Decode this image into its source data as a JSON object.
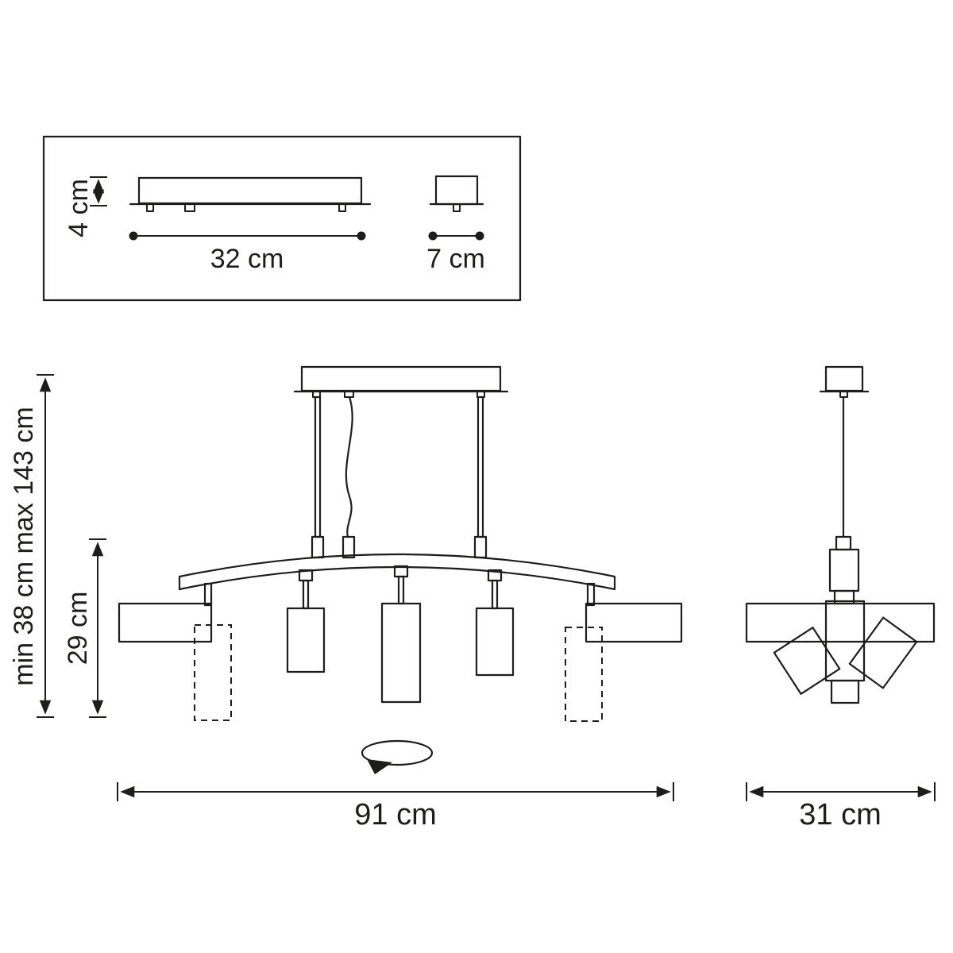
{
  "theme": {
    "ink": "#1d1d1b",
    "bg": "#ffffff"
  },
  "inset": {
    "height_label": "4 cm",
    "length_label": "32 cm",
    "depth_label": "7 cm"
  },
  "front_view": {
    "suspension_label": "min 38 cm max 143 cm",
    "body_height_label": "29 cm",
    "width_label": "91 cm"
  },
  "side_view": {
    "depth_label": "31 cm"
  }
}
